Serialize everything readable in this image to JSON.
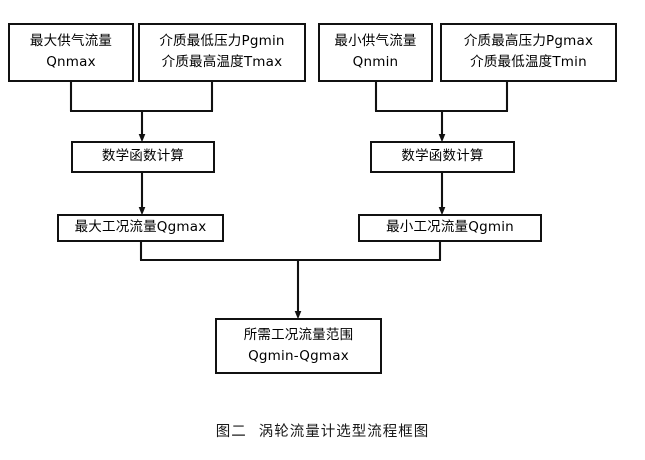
{
  "diagram": {
    "title_caption": {
      "figure_number": "图二",
      "figure_title": "涡轮流量计选型流程框图"
    },
    "stroke_color": "#111111",
    "background_color": "#ffffff",
    "nodes": [
      {
        "id": "max-supply-flow",
        "line1": "最大供气流量",
        "line2": "Qnmax"
      },
      {
        "id": "min-pressure-max-temp",
        "line1": "介质最低压力Pgmin",
        "line2": "介质最高温度Tmax"
      },
      {
        "id": "min-supply-flow",
        "line1": "最小供气流量",
        "line2": "Qnmin"
      },
      {
        "id": "max-pressure-min-temp",
        "line1": "介质最高压力Pgmax",
        "line2": "介质最低温度Tmin"
      },
      {
        "id": "math-function-left",
        "line1": "数学函数计算"
      },
      {
        "id": "math-function-right",
        "line1": "数学函数计算"
      },
      {
        "id": "result-qgmax",
        "line1": "最大工况流量Qgmax"
      },
      {
        "id": "result-qgmin",
        "line1": "最小工况流量Qgmin"
      },
      {
        "id": "required-range",
        "line1": "所需工况流量范围",
        "line2": "Qgmin-Qgmax"
      }
    ]
  }
}
